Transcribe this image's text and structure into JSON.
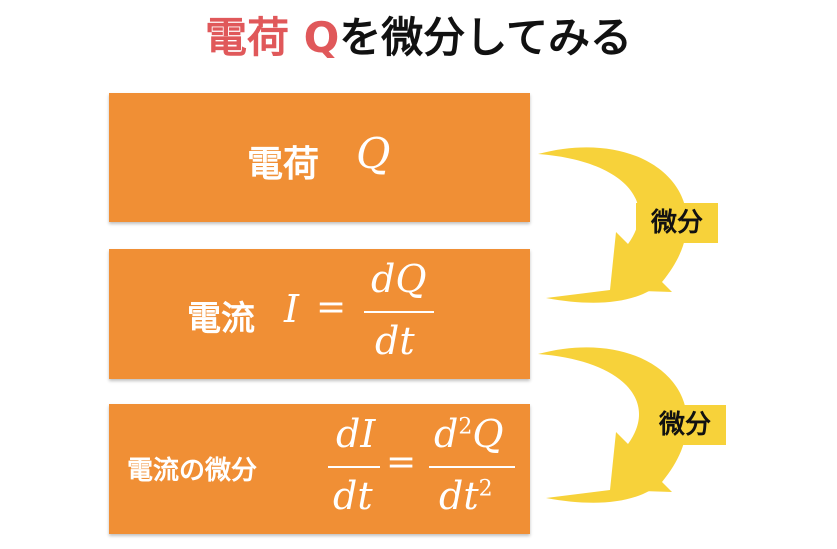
{
  "title": {
    "accent": "電荷 Q",
    "rest": "を微分してみる"
  },
  "boxes": {
    "charge": {
      "label": "電荷",
      "symbol": "Q"
    },
    "current": {
      "label": "電流",
      "lhs": "I",
      "eq": "=",
      "num": "dQ",
      "den": "dt"
    },
    "derivative": {
      "label": "電流の微分",
      "num1": "dI",
      "den1": "dt",
      "eq": "=",
      "num2_base": "d",
      "num2_exp": "2",
      "num2_tail": "Q",
      "den2_base": "dt",
      "den2_exp": "2"
    }
  },
  "arrows": {
    "first": {
      "label": "微分"
    },
    "second": {
      "label": "微分"
    }
  },
  "colors": {
    "box": "#f08f35",
    "arrow": "#f7d23a",
    "title_accent": "#e0585a"
  }
}
